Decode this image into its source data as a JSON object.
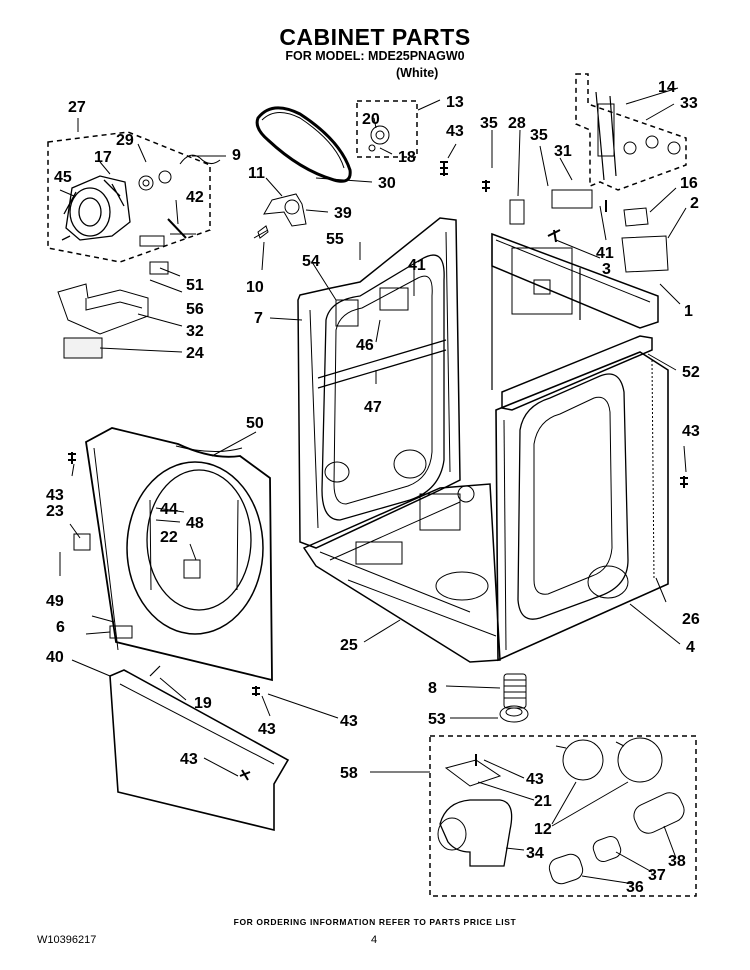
{
  "header": {
    "title": "CABINET PARTS",
    "model_line": "FOR MODEL: MDE25PNAGW0",
    "variant": "(White)"
  },
  "callouts": [
    "27",
    "29",
    "17",
    "45",
    "9",
    "42",
    "51",
    "56",
    "32",
    "24",
    "20",
    "13",
    "18",
    "11",
    "30",
    "39",
    "10",
    "43",
    "35",
    "28",
    "35",
    "31",
    "14",
    "33",
    "16",
    "2",
    "1",
    "41",
    "3",
    "55",
    "54",
    "41",
    "7",
    "46",
    "47",
    "52",
    "50",
    "43",
    "43",
    "23",
    "44",
    "48",
    "22",
    "49",
    "6",
    "40",
    "19",
    "43",
    "43",
    "43",
    "25",
    "26",
    "4",
    "8",
    "53",
    "58",
    "43",
    "21",
    "12",
    "34",
    "37",
    "38",
    "36"
  ],
  "footer": {
    "note": "FOR ORDERING INFORMATION REFER TO PARTS PRICE LIST",
    "doc_number": "W10396217",
    "page": "4"
  }
}
